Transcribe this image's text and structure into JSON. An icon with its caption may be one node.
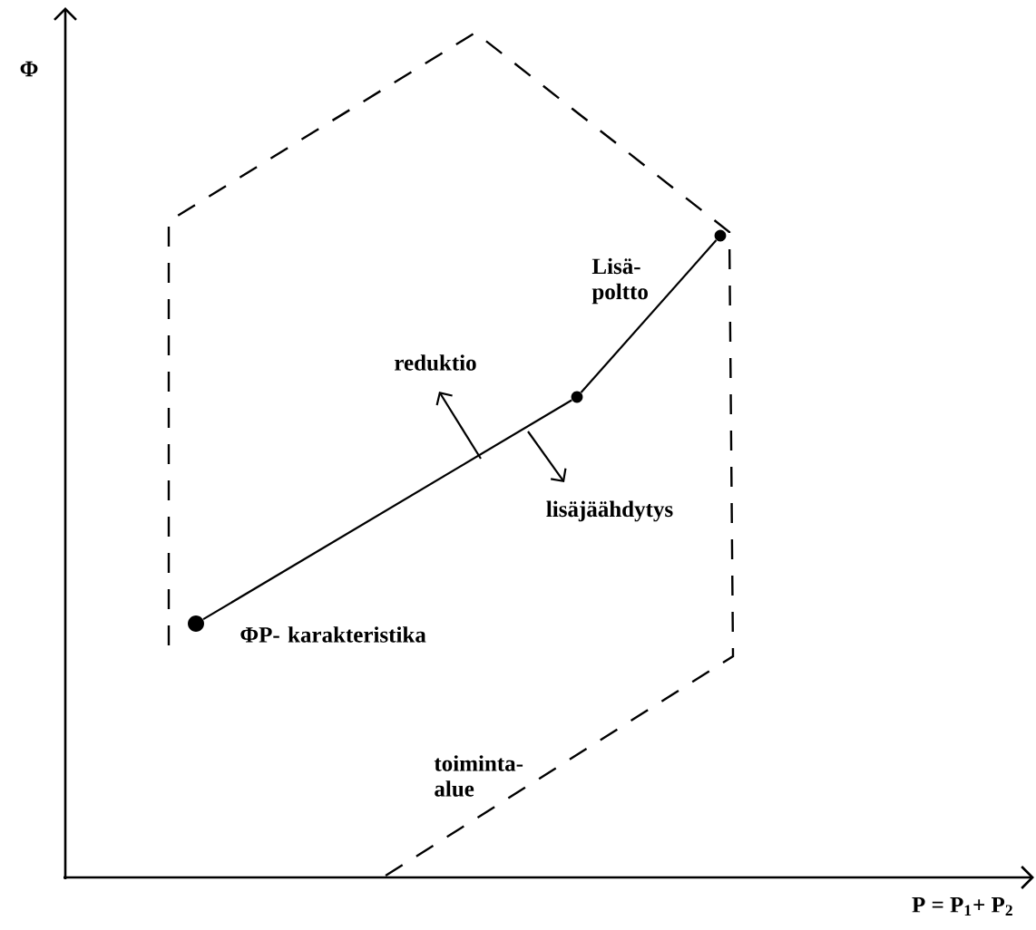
{
  "diagram": {
    "nodes": [
      {
        "text": [],
        "shape": "circle"
      },
      {
        "text": [],
        "shape": "circle"
      },
      {
        "text": [],
        "shape": "circle"
      }
    ],
    "edges": [
      {
        "from": 0,
        "to": 1,
        "arrow": "none"
      },
      {
        "from": 1,
        "to": 2,
        "arrow": "none"
      }
    ],
    "labels": [
      "Φ",
      "Lisä- poltto",
      "reduktio",
      "lisäjäähdytys",
      "ΦP- karakteristika",
      "toiminta- alue",
      "P = P$_{1}$+ P$_{2}$"
    ]
  }
}
